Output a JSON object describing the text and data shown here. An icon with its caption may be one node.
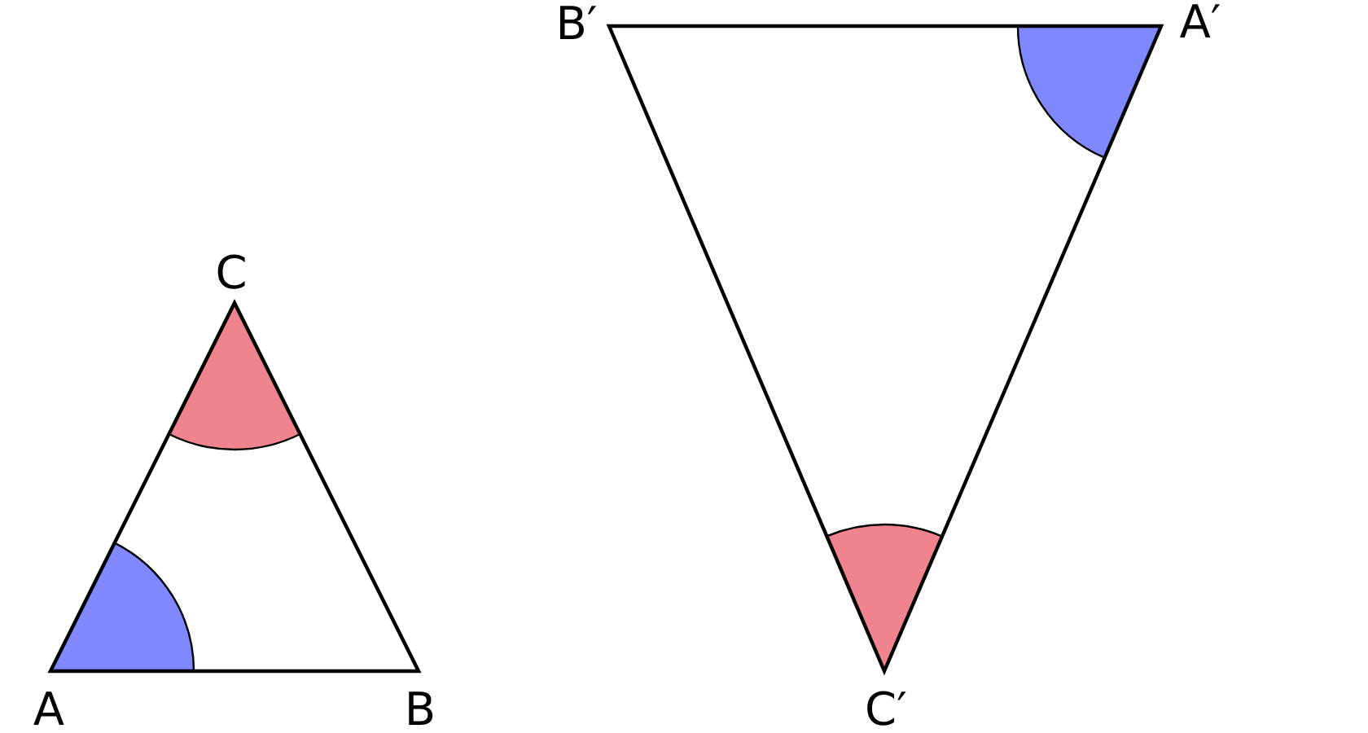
{
  "diagram": {
    "labels": [
      "B′",
      "A′",
      "C",
      "A",
      "B",
      "C′"
    ]
  }
}
